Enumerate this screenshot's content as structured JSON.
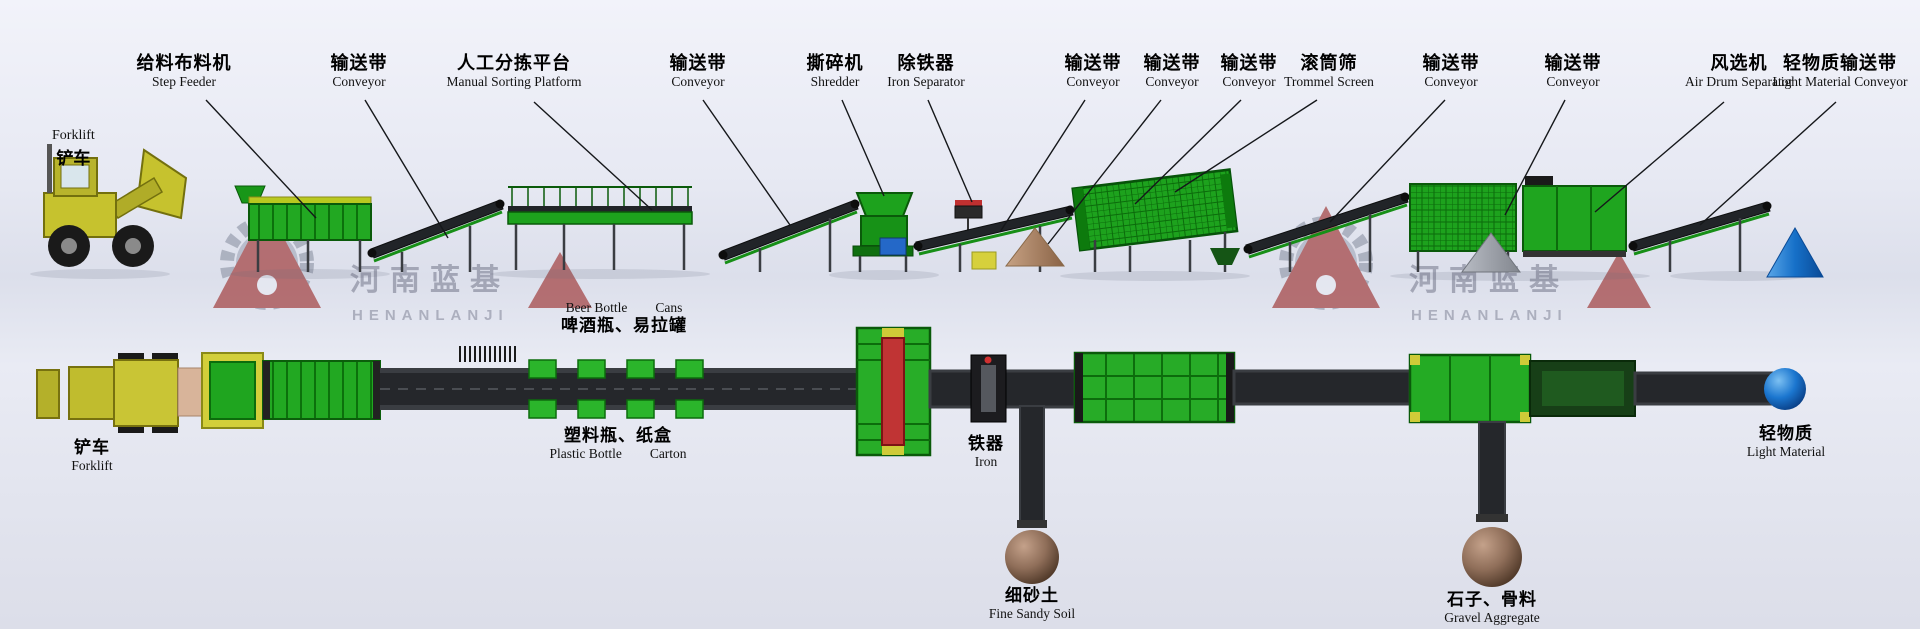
{
  "watermark": {
    "zh": "河南蓝基",
    "en": "HENANLANJI"
  },
  "forklift_side_label": {
    "en": "Forklift",
    "zh": "铲车"
  },
  "top_labels": [
    {
      "zh": "给料布料机",
      "en": "Step Feeder"
    },
    {
      "zh": "输送带",
      "en": "Conveyor"
    },
    {
      "zh": "人工分拣平台",
      "en": "Manual Sorting Platform"
    },
    {
      "zh": "输送带",
      "en": "Conveyor"
    },
    {
      "zh": "撕碎机",
      "en": "Shredder"
    },
    {
      "zh": "除铁器",
      "en": "Iron Separator"
    },
    {
      "zh": "输送带",
      "en": "Conveyor"
    },
    {
      "zh": "输送带",
      "en": "Conveyor"
    },
    {
      "zh": "输送带",
      "en": "Conveyor"
    },
    {
      "zh": "滚筒筛",
      "en": "Trommel Screen"
    },
    {
      "zh": "输送带",
      "en": "Conveyor"
    },
    {
      "zh": "输送带",
      "en": "Conveyor"
    },
    {
      "zh": "风选机",
      "en": "Air Drum Separator"
    },
    {
      "zh": "轻物质输送带",
      "en": "Light Material Conveyor"
    }
  ],
  "bottom_labels": {
    "forklift": {
      "zh": "铲车",
      "en": "Forklift"
    },
    "beer_cans": {
      "en1": "Beer Bottle",
      "en2": "Cans",
      "zh": "啤酒瓶、易拉罐"
    },
    "plastic_carton": {
      "zh": "塑料瓶、纸盒",
      "en1": "Plastic Bottle",
      "en2": "Carton"
    },
    "iron": {
      "zh": "铁器",
      "en": "Iron"
    },
    "fine_sand": {
      "zh": "细砂土",
      "en": "Fine Sandy Soil"
    },
    "gravel": {
      "zh": "石子、骨料",
      "en": "Gravel Aggregate"
    },
    "light_material": {
      "zh": "轻物质",
      "en": "Light Material"
    }
  },
  "colors": {
    "machine_green": "#1fa51f",
    "belt_dark": "#25272b",
    "accent_red": "#b23a3a",
    "forklift_yellow": "#c6c22e",
    "sphere_brown": "#8f6e59",
    "sphere_blue": "#1b76cf",
    "cone_tan": "#b49274",
    "cone_gray": "#9aa0a8",
    "cone_blue": "#1670c8",
    "watermark_gray": "#8d90a2"
  }
}
